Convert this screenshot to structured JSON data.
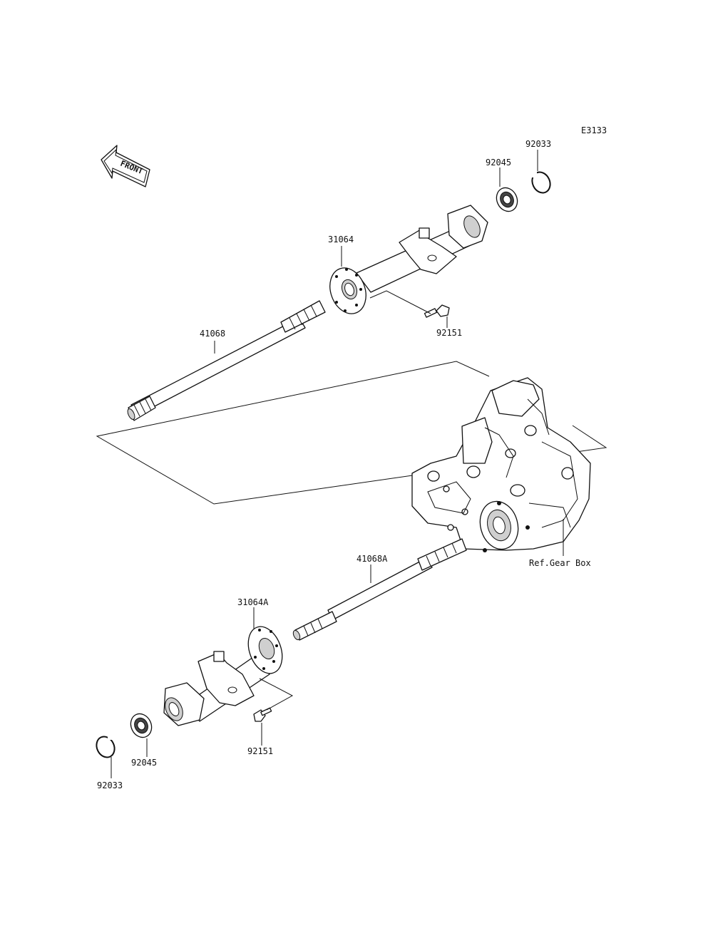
{
  "diagram_code": "E3133",
  "front_label": "FRONT",
  "labels": {
    "snap_ring_top": "92033",
    "bearing_top": "92045",
    "housing_top": "31064",
    "bolt_top": "92151",
    "shaft_top": "41068",
    "gear_box_ref": "Ref.Gear Box",
    "shaft_bottom": "41068A",
    "housing_bottom": "31064A",
    "bolt_bottom": "92151",
    "bearing_bottom": "92045",
    "snap_ring_bottom": "92033"
  }
}
